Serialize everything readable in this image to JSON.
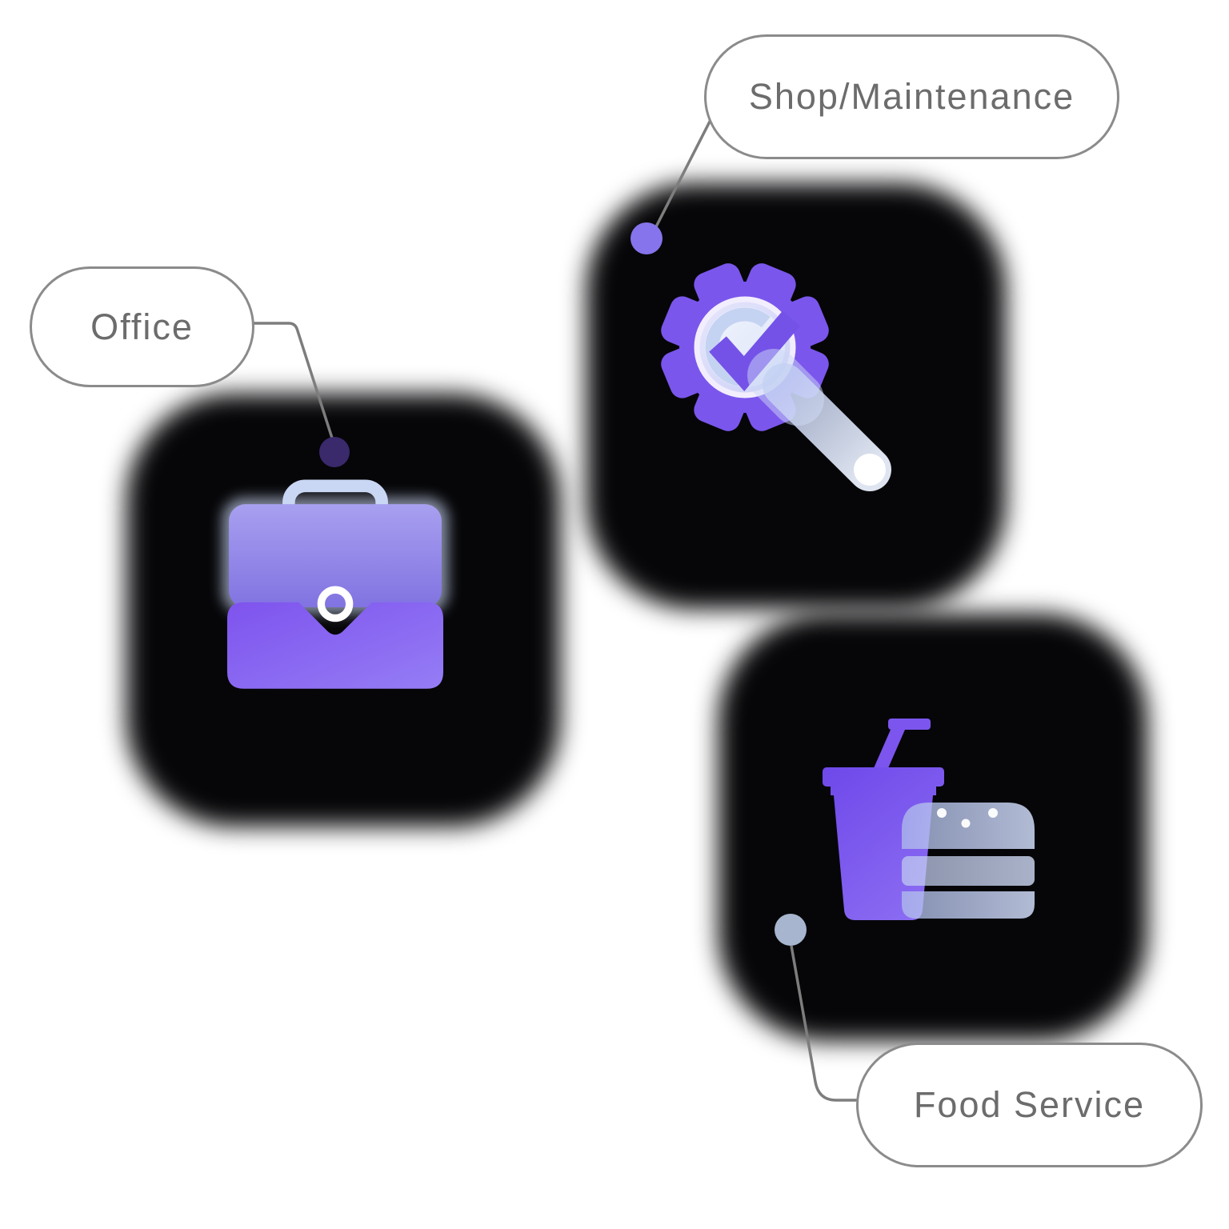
{
  "page": {
    "background": "#ffffff"
  },
  "cards": [
    {
      "id": "office",
      "label": "Office",
      "icon": "briefcase-icon",
      "dot_color": "#3A296B"
    },
    {
      "id": "shop-maintenance",
      "label": "Shop/Maintenance",
      "icon": "gear-wrench-icon",
      "dot_color": "#8574EB"
    },
    {
      "id": "food-service",
      "label": "Food Service",
      "icon": "drink-and-burger-icon",
      "dot_color": "#A7B5CF"
    }
  ],
  "colors": {
    "accent_purple": "#7A56EC",
    "briefcase_top_purple": "#A39AEF",
    "briefcase_flap_purple": "#8257EF",
    "glass_blue": "#C9D6F4",
    "card_background": "#FFFFFF",
    "shadow_black": "#060608",
    "pill_border": "#8B8B8B",
    "pill_text": "#6C6C6C",
    "connector_gray": "#7D7D7D"
  }
}
